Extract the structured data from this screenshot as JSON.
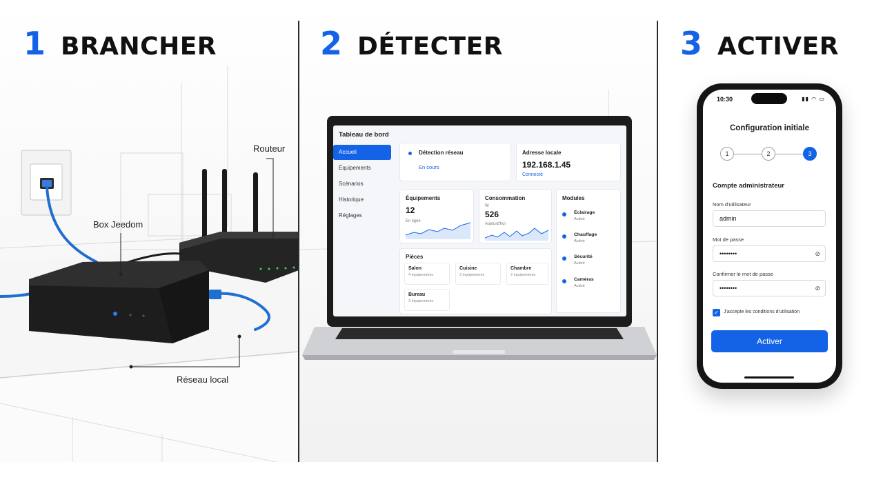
{
  "steps": [
    {
      "number": "1",
      "title": "BRANCHER"
    },
    {
      "number": "2",
      "title": "DÉTECTER"
    },
    {
      "number": "3",
      "title": "ACTIVER"
    }
  ],
  "step1": {
    "labels": {
      "router": "Routeur",
      "box": "Box Jeedom",
      "network": "Réseau local"
    }
  },
  "dashboard": {
    "title": "Tableau de bord",
    "nav": [
      "Accueil",
      "Équipements",
      "Scénarios",
      "Historique",
      "Réglages"
    ],
    "active_nav": "Accueil",
    "detection": {
      "title": "Détection réseau",
      "status": "En cours"
    },
    "address": {
      "title": "Adresse locale",
      "value": "192.168.1.45",
      "status": "Connecté"
    },
    "equipments": {
      "title": "Équipements",
      "value": "12",
      "sub": "En ligne"
    },
    "consumption": {
      "title": "Consommation",
      "unit": "W",
      "value": "526",
      "sub": "Aujourd'hui"
    },
    "modules": {
      "title": "Modules",
      "items": [
        {
          "name": "Éclairage",
          "status": "Activé",
          "icon": "bulb-icon"
        },
        {
          "name": "Chauffage",
          "status": "Activé",
          "icon": "thermometer-icon"
        },
        {
          "name": "Sécurité",
          "status": "Activé",
          "icon": "shield-icon"
        },
        {
          "name": "Caméras",
          "status": "Activé",
          "icon": "camera-icon"
        }
      ]
    },
    "rooms": {
      "title": "Pièces",
      "items": [
        {
          "name": "Salon",
          "count": "4 équipements"
        },
        {
          "name": "Cuisine",
          "count": "3 équipements"
        },
        {
          "name": "Chambre",
          "count": "2 équipements"
        },
        {
          "name": "Bureau",
          "count": "3 équipements"
        }
      ]
    }
  },
  "phone": {
    "time": "10:30",
    "title": "Configuration initiale",
    "steps": [
      "1",
      "2",
      "3"
    ],
    "current_step": 3,
    "section": "Compte administrateur",
    "username_label": "Nom d'utilisateur",
    "username_value": "admin",
    "password_label": "Mot de passe",
    "password_value": "••••••••",
    "confirm_label": "Confirmer le mot de passe",
    "confirm_value": "••••••••",
    "terms_label": "J'accepte les conditions d'utilisation",
    "terms_checked": true,
    "button": "Activer"
  },
  "colors": {
    "accent": "#1463e6",
    "device": "#1b1b1b",
    "cable": "#1f6fd1"
  }
}
